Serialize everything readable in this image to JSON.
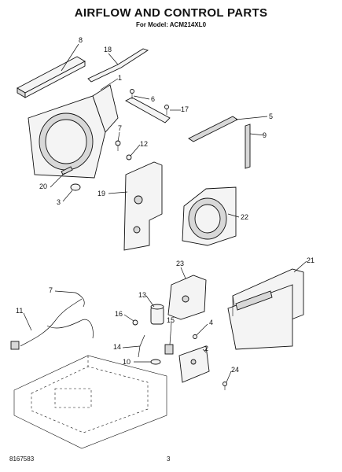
{
  "header": {
    "title": "AIRFLOW AND CONTROL PARTS",
    "subtitle": "For Model: ACM214XL0"
  },
  "footer": {
    "doc_number": "8167583",
    "page_number": "3"
  },
  "callouts": [
    "8",
    "18",
    "1",
    "6",
    "17",
    "5",
    "7",
    "12",
    "9",
    "20",
    "3",
    "19",
    "22",
    "21",
    "23",
    "7",
    "11",
    "13",
    "16",
    "15",
    "4",
    "2",
    "14",
    "10",
    "24"
  ]
}
